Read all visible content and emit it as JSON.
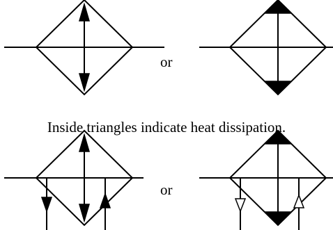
{
  "labels": {
    "or_top": "or",
    "or_bottom": "or",
    "caption": "Inside triangles indicate heat dissipation."
  }
}
